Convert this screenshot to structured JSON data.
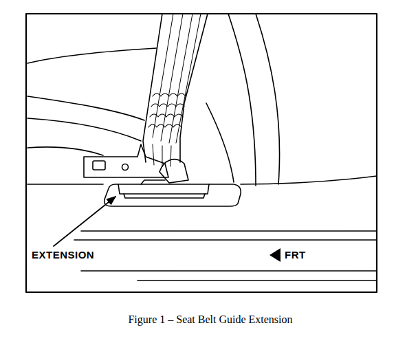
{
  "diagram": {
    "caption": "Figure 1 – Seat Belt Guide Extension",
    "labels": [
      "EXTENSION",
      "FRT"
    ]
  }
}
